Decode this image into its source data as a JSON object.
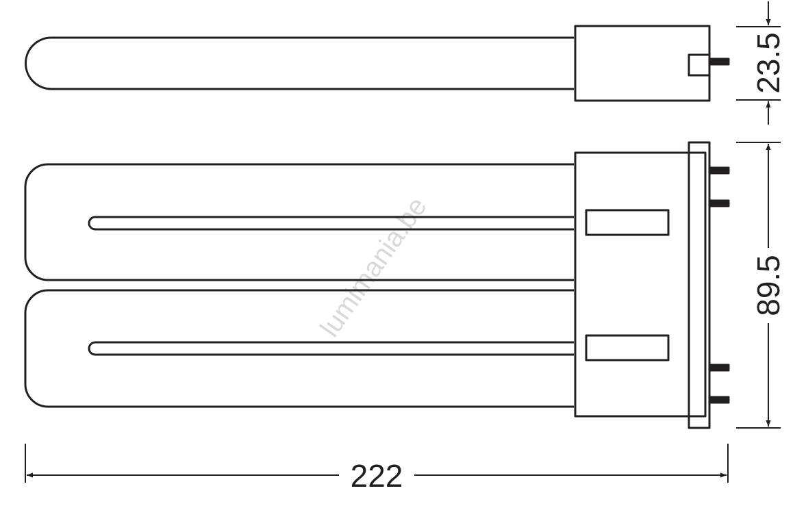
{
  "drawing": {
    "stroke_color": "#231f20",
    "watermark_color": "#d9d9d9",
    "watermark": "lumimania.be"
  },
  "dimensions": {
    "height_side": "23.5",
    "width_front": "89.5",
    "length": "222"
  }
}
